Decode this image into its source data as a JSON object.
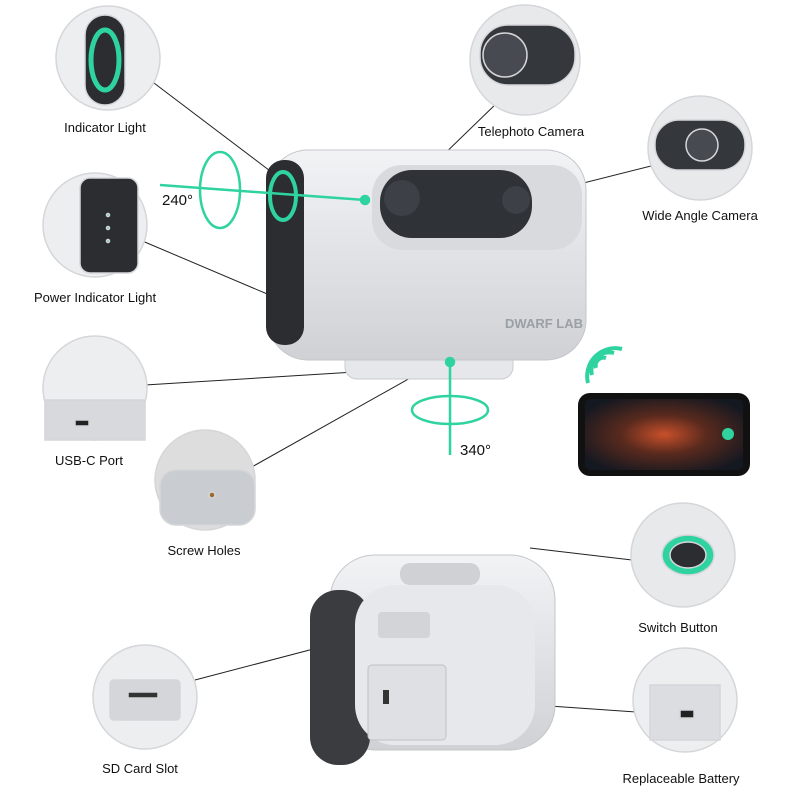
{
  "labels": {
    "indicator_light": "Indicator Light",
    "telephoto_camera": "Telephoto Camera",
    "wide_angle_camera": "Wide Angle Camera",
    "power_indicator_light": "Power Indicator Light",
    "usb_c_port": "USB-C Port",
    "screw_holes": "Screw Holes",
    "switch_button": "Switch Button",
    "sd_card_slot": "SD Card Slot",
    "replaceable_battery": "Replaceable Battery"
  },
  "rotation": {
    "horizontal": "240°",
    "vertical": "340°"
  },
  "logo": "DWARF LAB",
  "colors": {
    "accent": "#2fd3a0",
    "body": "#e4e5e8",
    "dark": "#2b2d31"
  }
}
